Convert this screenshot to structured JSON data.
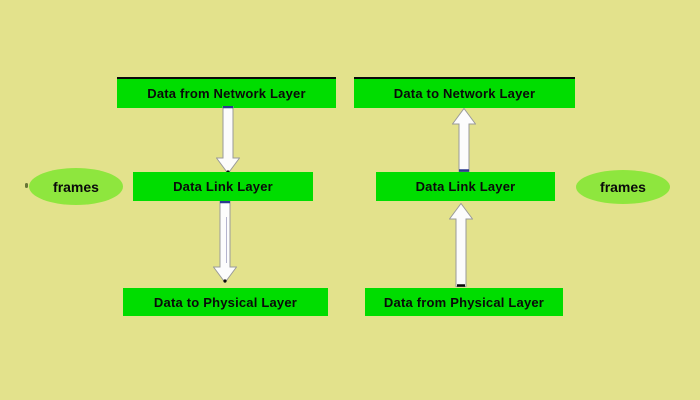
{
  "palette": {
    "background": "#e3e28c",
    "box_green": "#00dd00",
    "ellipse_green": "#8ee63e",
    "text_black": "#0a0a0a",
    "arrow_fill": "#fcfcfc",
    "arrow_outline": "#9a9a9a",
    "arrow_cap_navy": "#2b3a8f"
  },
  "left_flow": {
    "direction": "down",
    "top_box": "Data from Network Layer",
    "middle_box": "Data Link Layer",
    "bottom_box": "Data to Physical Layer",
    "side_label": "frames"
  },
  "right_flow": {
    "direction": "up",
    "top_box": "Data to Network Layer",
    "middle_box": "Data Link Layer",
    "bottom_box": "Data from Physical Layer",
    "side_label": "frames"
  }
}
